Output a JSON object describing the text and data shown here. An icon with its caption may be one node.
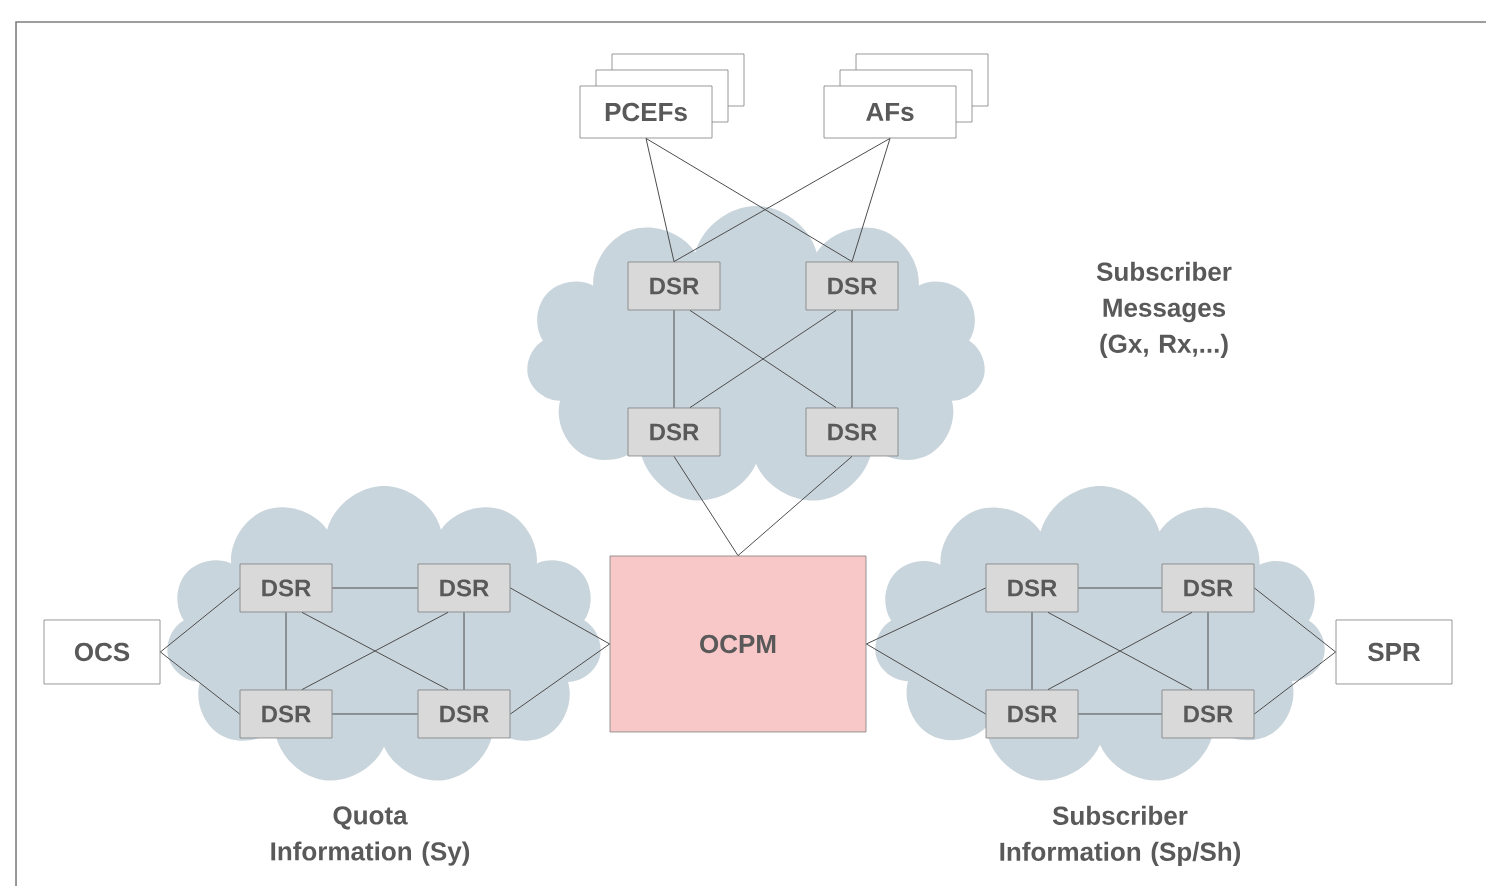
{
  "diagram": {
    "nodes": [
      {
        "text": [
          "PCEFs"
        ]
      },
      {
        "text": [
          "AFs"
        ]
      },
      {
        "text": [],
        "shape": "cloud"
      },
      {
        "text": [
          "DSR"
        ],
        "in": 2
      },
      {
        "text": [
          "DSR"
        ],
        "in": 2
      },
      {
        "text": [
          "DSR"
        ],
        "in": 2
      },
      {
        "text": [
          "DSR"
        ],
        "in": 2
      },
      {
        "text": [
          "OCS"
        ]
      },
      {
        "text": [],
        "shape": "cloud"
      },
      {
        "text": [
          "DSR"
        ],
        "in": 8
      },
      {
        "text": [
          "DSR"
        ],
        "in": 8
      },
      {
        "text": [
          "DSR"
        ],
        "in": 8
      },
      {
        "text": [
          "DSR"
        ],
        "in": 8
      },
      {
        "text": [
          "OCPM"
        ]
      },
      {
        "text": [],
        "shape": "cloud"
      },
      {
        "text": [
          "DSR"
        ],
        "in": 14
      },
      {
        "text": [
          "DSR"
        ],
        "in": 14
      },
      {
        "text": [
          "DSR"
        ],
        "in": 14
      },
      {
        "text": [
          "DSR"
        ],
        "in": 14
      },
      {
        "text": [
          "SPR"
        ]
      }
    ],
    "edges": [
      {
        "from": 0,
        "to": 3,
        "arrow": "none"
      },
      {
        "from": 0,
        "to": 4,
        "arrow": "none"
      },
      {
        "from": 1,
        "to": 3,
        "arrow": "none"
      },
      {
        "from": 1,
        "to": 4,
        "arrow": "none"
      },
      {
        "from": 3,
        "to": 5,
        "arrow": "none"
      },
      {
        "from": 4,
        "to": 6,
        "arrow": "none"
      },
      {
        "from": 3,
        "to": 6,
        "arrow": "none"
      },
      {
        "from": 4,
        "to": 5,
        "arrow": "none"
      },
      {
        "from": 5,
        "to": 13,
        "arrow": "none"
      },
      {
        "from": 6,
        "to": 13,
        "arrow": "none"
      },
      {
        "from": 7,
        "to": 9,
        "arrow": "none"
      },
      {
        "from": 7,
        "to": 11,
        "arrow": "none"
      },
      {
        "from": 9,
        "to": 10,
        "arrow": "none"
      },
      {
        "from": 11,
        "to": 12,
        "arrow": "none"
      },
      {
        "from": 9,
        "to": 11,
        "arrow": "none"
      },
      {
        "from": 10,
        "to": 12,
        "arrow": "none"
      },
      {
        "from": 9,
        "to": 12,
        "arrow": "none"
      },
      {
        "from": 10,
        "to": 11,
        "arrow": "none"
      },
      {
        "from": 10,
        "to": 13,
        "arrow": "none"
      },
      {
        "from": 12,
        "to": 13,
        "arrow": "none"
      },
      {
        "from": 13,
        "to": 15,
        "arrow": "none"
      },
      {
        "from": 13,
        "to": 17,
        "arrow": "none"
      },
      {
        "from": 15,
        "to": 16,
        "arrow": "none"
      },
      {
        "from": 17,
        "to": 18,
        "arrow": "none"
      },
      {
        "from": 15,
        "to": 17,
        "arrow": "none"
      },
      {
        "from": 16,
        "to": 18,
        "arrow": "none"
      },
      {
        "from": 15,
        "to": 18,
        "arrow": "none"
      },
      {
        "from": 16,
        "to": 17,
        "arrow": "none"
      },
      {
        "from": 16,
        "to": 19,
        "arrow": "none"
      },
      {
        "from": 18,
        "to": 19,
        "arrow": "none"
      }
    ],
    "labels": [
      "Subscriber Messages (Gx, Rx,...)",
      "Quota Information (Sy)",
      "Subscriber Information (Sp/Sh)"
    ]
  }
}
